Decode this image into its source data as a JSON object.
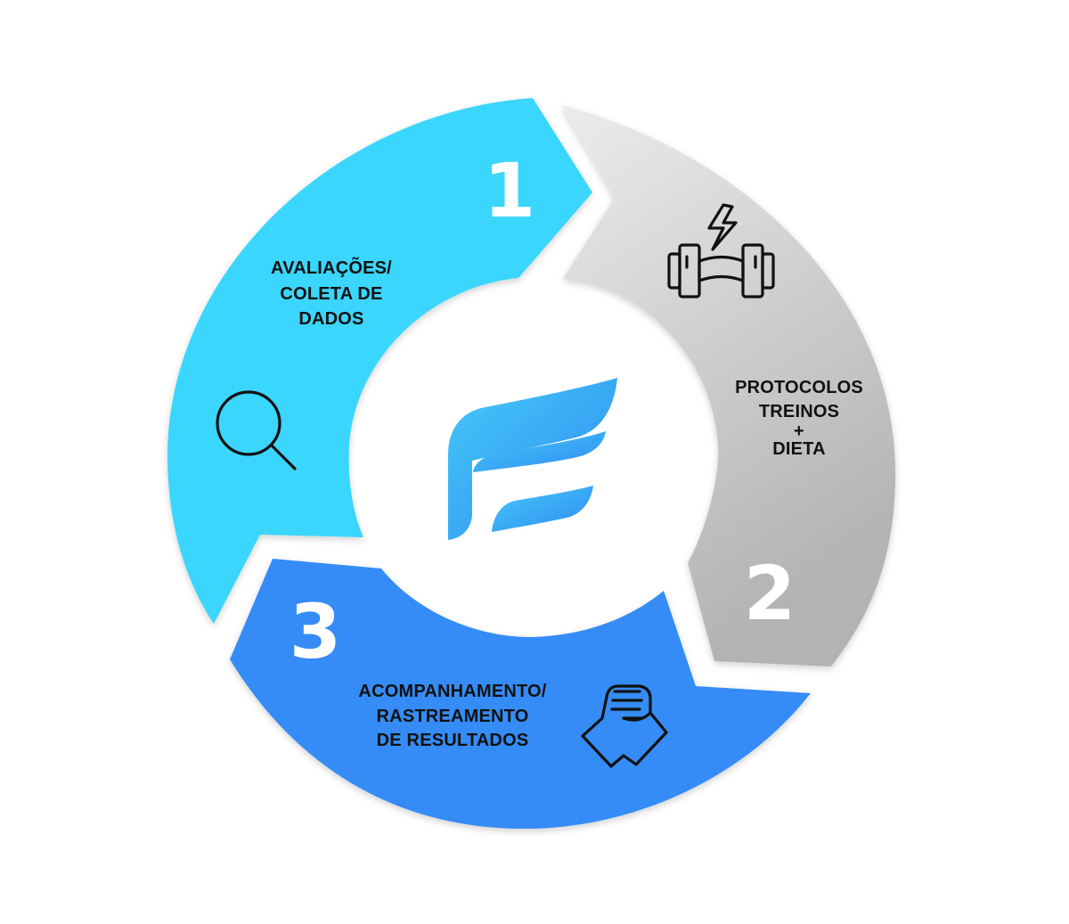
{
  "steps": [
    {
      "number": "1",
      "label_lines": [
        "AVALIAÇÕES/",
        "COLETA DE",
        "DADOS"
      ],
      "icon": "magnifier-icon",
      "color": "#3bd6fd"
    },
    {
      "number": "2",
      "label_lines": [
        "PROTOCOLOS",
        "TREINOS",
        "+",
        "DIETA"
      ],
      "icon": "dumbbell-lightning-icon",
      "color": "#c9c9c9"
    },
    {
      "number": "3",
      "label_lines": [
        "ACOMPANHAMENTO/",
        "RASTREAMENTO",
        "DE RESULTADOS"
      ],
      "icon": "handshake-icon",
      "color": "#358cf6"
    }
  ],
  "logo": {
    "name": "stylized-f-logo",
    "color": "#3aa3f4"
  }
}
